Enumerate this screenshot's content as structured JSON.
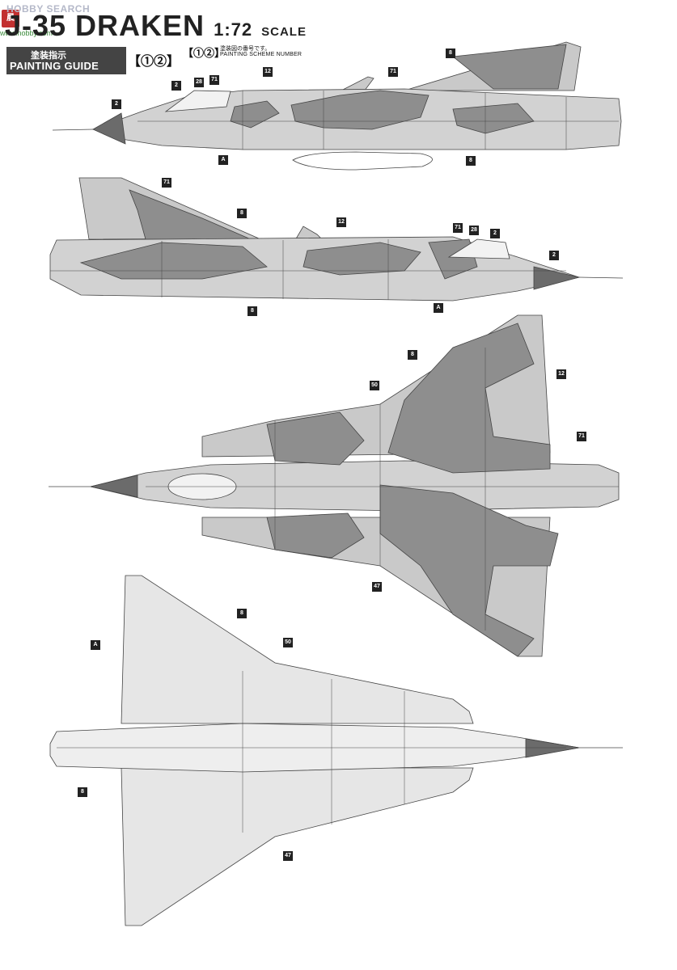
{
  "header": {
    "watermark": "HOBBY SEARCH",
    "logo_char": "晨",
    "logo_sub": "www.hobby.com",
    "title_main": "J-35 DRAKEN",
    "title_ratio": "1:72",
    "title_scale": "SCALE",
    "guide_jp": "塗装指示",
    "guide_en": "PAINTING GUIDE",
    "guide_brackets": "【①②】",
    "scheme_brackets": "【①②】",
    "scheme_jp": "塗装図の番号です。",
    "scheme_en": "PAINTING SCHEME NUMBER"
  },
  "colors": {
    "camo_light": "#c9c9c9",
    "camo_dark": "#8e8e8e",
    "nose": "#6b6b6b",
    "panel_line": "#555555",
    "underside": "#e6e6e6"
  },
  "callouts": {
    "side_top": [
      "2",
      "2",
      "28",
      "71",
      "12",
      "71",
      "8",
      "A",
      "8"
    ],
    "side_bottom": [
      "71",
      "8",
      "12",
      "71",
      "28",
      "2",
      "2",
      "A",
      "8"
    ],
    "top_view": [
      "8",
      "12",
      "50",
      "71",
      "47"
    ],
    "bottom_view": [
      "8",
      "A",
      "50",
      "8",
      "47"
    ]
  }
}
